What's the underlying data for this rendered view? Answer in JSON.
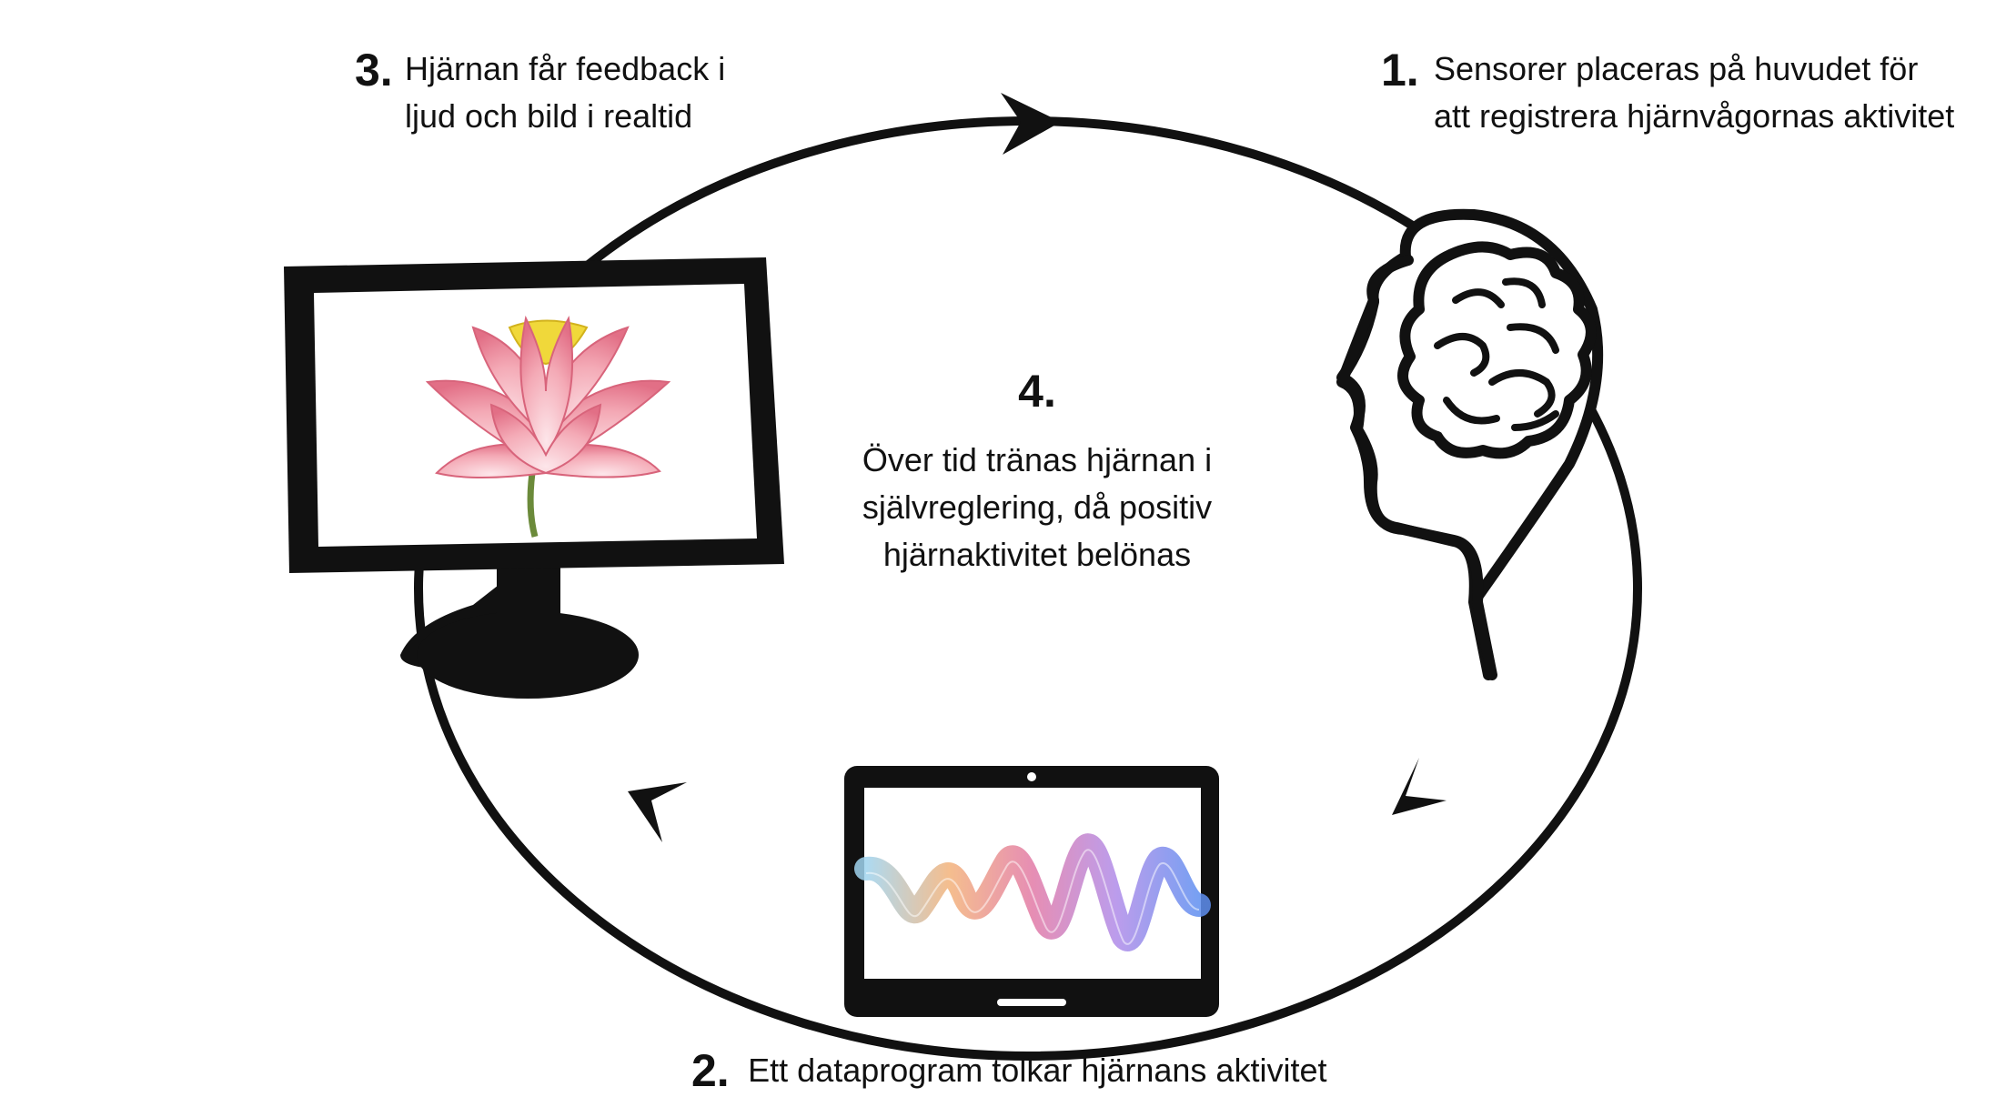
{
  "steps": {
    "step1": {
      "number": "1.",
      "lines": [
        "Sensorer placeras på huvudet för",
        "att registrera hjärnvågornas aktivitet"
      ]
    },
    "step2": {
      "number": "2.",
      "text": "Ett dataprogram tolkar hjärnans aktivitet"
    },
    "step3": {
      "number": "3.",
      "lines": [
        "Hjärnan får feedback i",
        "ljud och bild i realtid"
      ]
    },
    "step4": {
      "number": "4.",
      "lines": [
        "Över tid tränas hjärnan i",
        "självreglering, då positiv",
        "hjärnaktivitet belönas"
      ]
    }
  },
  "colors": {
    "outline": "#111111",
    "background": "#ffffff",
    "lotus_petal": "#f2a3b0",
    "lotus_center": "#f0d83a",
    "lotus_stem": "#6b8a3a",
    "wave_gradient": [
      "#7fc6ea",
      "#f3b27a",
      "#e27aa6",
      "#b08be8",
      "#5f8ff0"
    ]
  },
  "icons": [
    "head-with-brain-icon",
    "tablet-icon",
    "computer-monitor-icon",
    "lotus-flower-icon",
    "brainwave-icon",
    "cycle-arrow-icon"
  ]
}
